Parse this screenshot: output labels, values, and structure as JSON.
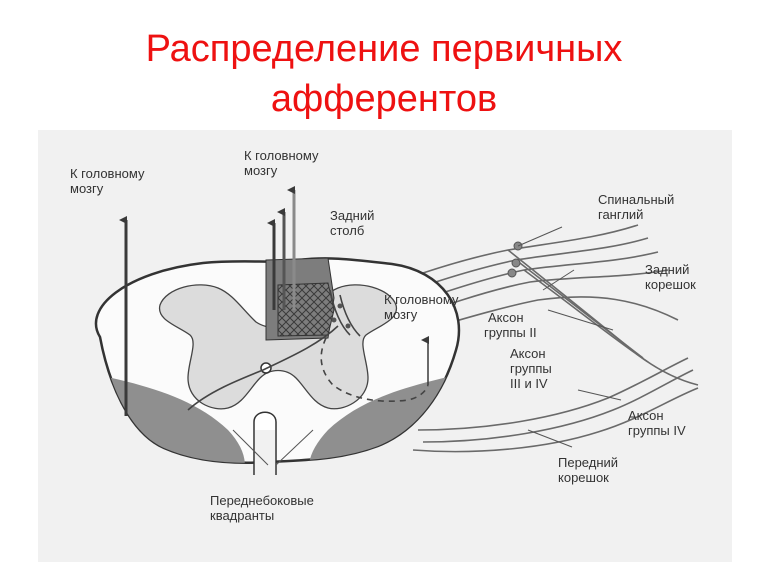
{
  "title": {
    "line1": "Распределение первичных",
    "line2": "афферентов"
  },
  "labels": {
    "to_brain_left_l1": "К головному",
    "to_brain_left_l2": "мозгу",
    "to_brain_top_l1": "К головному",
    "to_brain_top_l2": "мозгу",
    "dorsal_column_l1": "Задний",
    "dorsal_column_l2": "столб",
    "to_brain_mid_l1": "К головному",
    "to_brain_mid_l2": "мозгу",
    "spinal_ganglion_l1": "Спинальный",
    "spinal_ganglion_l2": "ганглий",
    "dorsal_root_l1": "Задний",
    "dorsal_root_l2": "корешок",
    "axon_group2_l1": "Аксон",
    "axon_group2_l2": "группы II",
    "axon_group34_l1": "Аксон",
    "axon_group34_l2": "группы",
    "axon_group34_l3": "III и IV",
    "axon_group4_l1": "Аксон",
    "axon_group4_l2": "группы IV",
    "ventral_root_l1": "Передний",
    "ventral_root_l2": "корешок",
    "anterolateral_l1": "Переднебоковые",
    "anterolateral_l2": "квадранты"
  },
  "colors": {
    "title": "#ee1111",
    "background": "#f1f1f1",
    "cord_fill": "#fbfbfb",
    "gray_matter": "#dcdcdc",
    "shaded_quadrant": "#8f8f8f",
    "dorsal_column_fill": "#7d7d7d",
    "line": "#444444"
  }
}
